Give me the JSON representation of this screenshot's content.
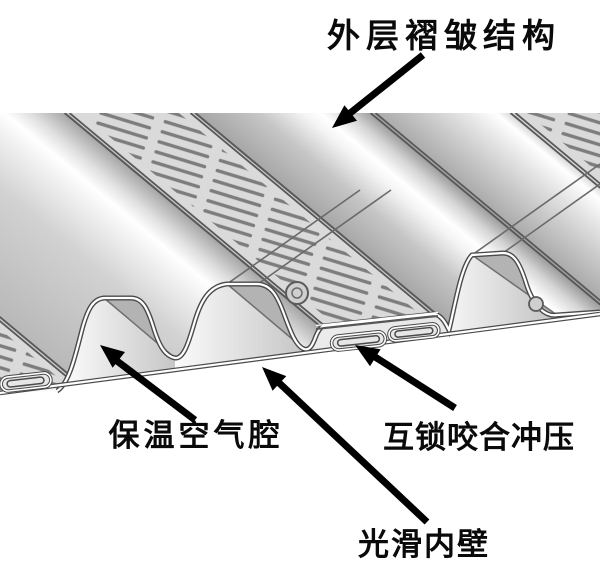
{
  "figure": {
    "type": "technical-diagram",
    "subject": "corrugated interlocked metal duct wall cross-section",
    "labels": {
      "top": "外层褶皱结构",
      "bottom_left": "保温空气腔",
      "bottom_right": "互锁咬合冲压",
      "bottom_center": "光滑内壁"
    },
    "colors": {
      "background": "#ffffff",
      "outline": "#4a4a4a",
      "metal_highlight": "#ffffff",
      "metal_mid": "#c9c9c9",
      "metal_dark": "#8f8f8f",
      "hatch_background": "#dadada",
      "hatch_dash": "#7d7d7d",
      "front_face": "#efefef",
      "arch_shadow": "#b3b3b3",
      "arrow": "#000000",
      "label_text": "#0a0a0a"
    }
  }
}
